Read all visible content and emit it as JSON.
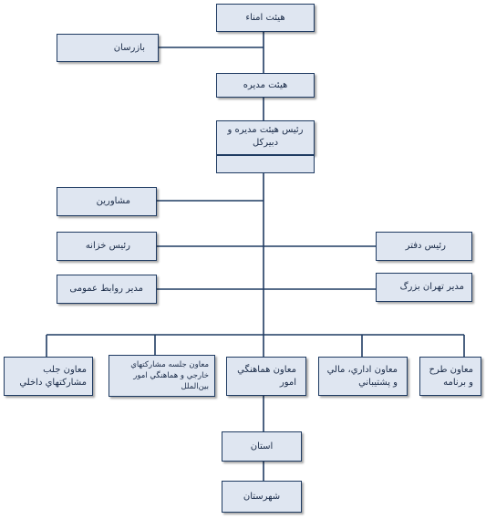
{
  "chart": {
    "board_of_trustees": "هیئت امناء",
    "inspectors": "بازرسان",
    "board_of_directors": "هیئت مدیره",
    "chairman_ceo": "رئیس هیئت مدیره و دبیرکل",
    "advisors": "مشاورین",
    "treasurer": "رئیس خزانه",
    "office_head": "رئیس دفتر",
    "pr_manager": "مدیر روابط عمومی",
    "tehran_manager": "مدیر تهران بزرگ",
    "deputy_domestic": "معاون جلب مشارکتهاي داخلي",
    "deputy_foreign": "معاون جلسه مشارکتهاي خارجي و هماهنگي امور بين‌الملل",
    "deputy_coordination": "معاون هماهنگي امور",
    "deputy_admin": "معاون اداري، مالي و پشتيباني",
    "deputy_planning": "معاون طرح و برنامه",
    "province": "استان",
    "city": "شهرستان"
  },
  "colors": {
    "box_fill": "#dfe6f1",
    "border": "#1f3b62",
    "line": "#1f3b62",
    "text": "#1a2b48"
  }
}
